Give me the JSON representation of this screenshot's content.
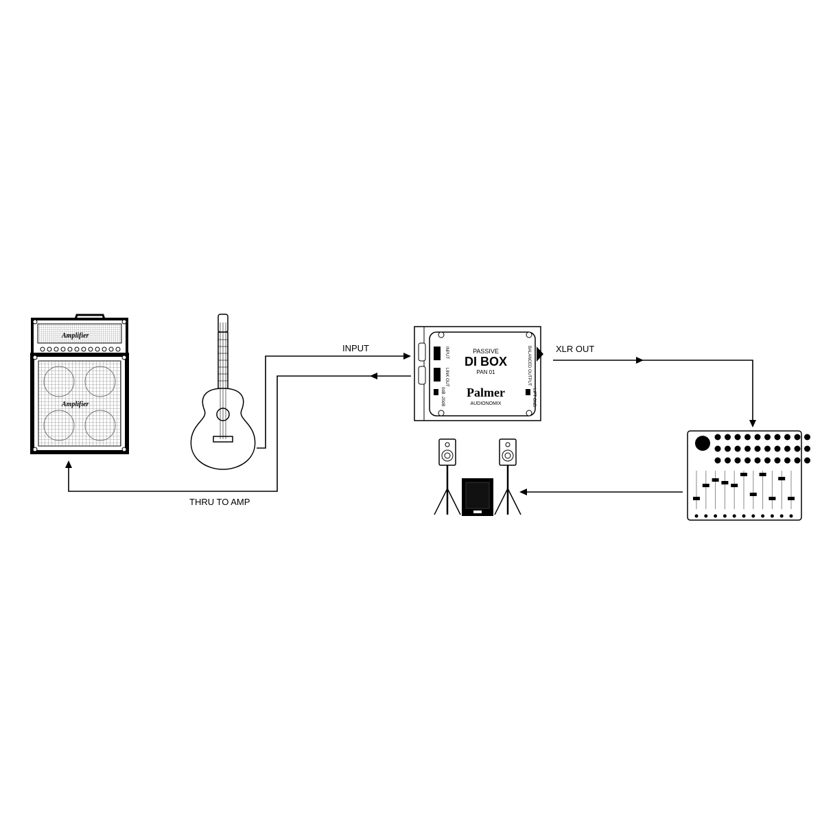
{
  "labels": {
    "input": "INPUT",
    "xlr_out": "XLR OUT",
    "thru_to_amp": "THRU TO AMP"
  },
  "di_box": {
    "passive": "PASSIVE",
    "title": "DI BOX",
    "model": "PAN 01",
    "brand": "Palmer",
    "sub_brand": "AUDIONOMIX",
    "port_input": "INPUT",
    "port_link": "LINK OUT",
    "port_balanced": "BALANCED OUTPUT",
    "switch_attenuation": "0dB -20dB",
    "switch_ground": "LIFT GND"
  },
  "amp": {
    "head_brand": "Amplifier",
    "cab_brand": "Amplifier"
  },
  "colors": {
    "line": "#000000",
    "background": "#ffffff"
  }
}
